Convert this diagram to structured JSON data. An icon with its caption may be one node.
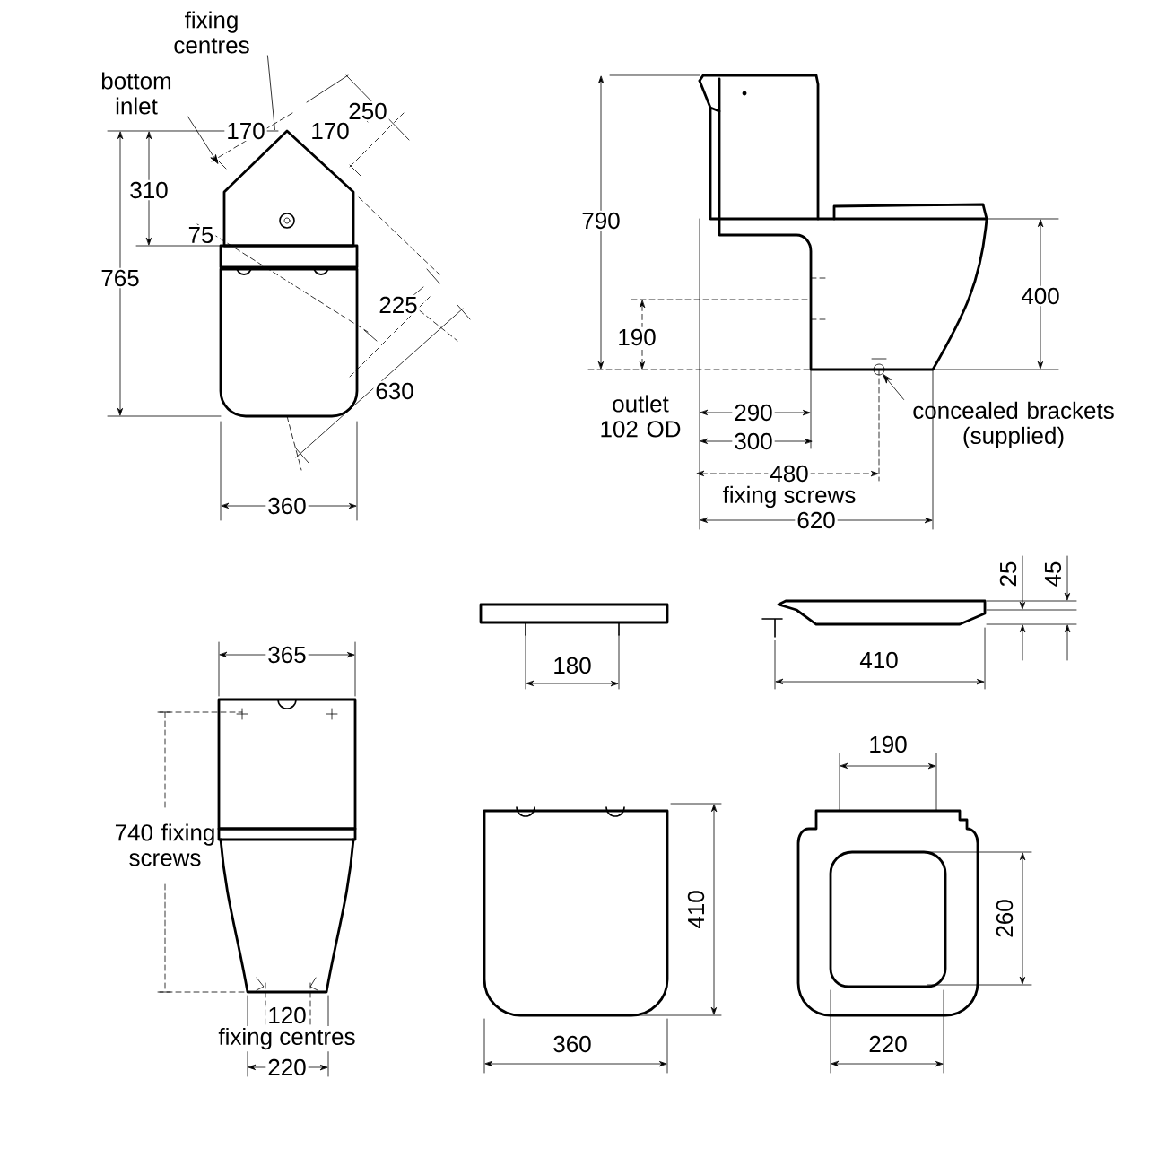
{
  "diagram": {
    "nodes": [
      {
        "text": [
          "fixing centres"
        ]
      },
      {
        "text": [
          "bottom inlet"
        ]
      },
      {
        "text": [
          "concealed brackets (supplied)"
        ]
      },
      {
        "text": [],
        "shape": "picture"
      },
      {
        "text": [],
        "shape": "circle"
      }
    ],
    "edges": [
      {
        "from": 0,
        "to": 3,
        "arrow": "none"
      },
      {
        "from": 1,
        "to": 3,
        "arrow": "to"
      },
      {
        "from": 2,
        "to": 4,
        "arrow": "to"
      }
    ],
    "labels": [
      "250",
      "170",
      "170",
      "310",
      "75",
      "765",
      "225",
      "630",
      "360",
      "790",
      "400",
      "190",
      "outlet 102 OD",
      "290",
      "300",
      "480",
      "fixing screws",
      "620",
      "25",
      "45",
      "365",
      "180",
      "410",
      "740 fixing screws",
      "190",
      "410",
      "260",
      "120",
      "fixing centres",
      "220",
      "360",
      "220"
    ]
  }
}
